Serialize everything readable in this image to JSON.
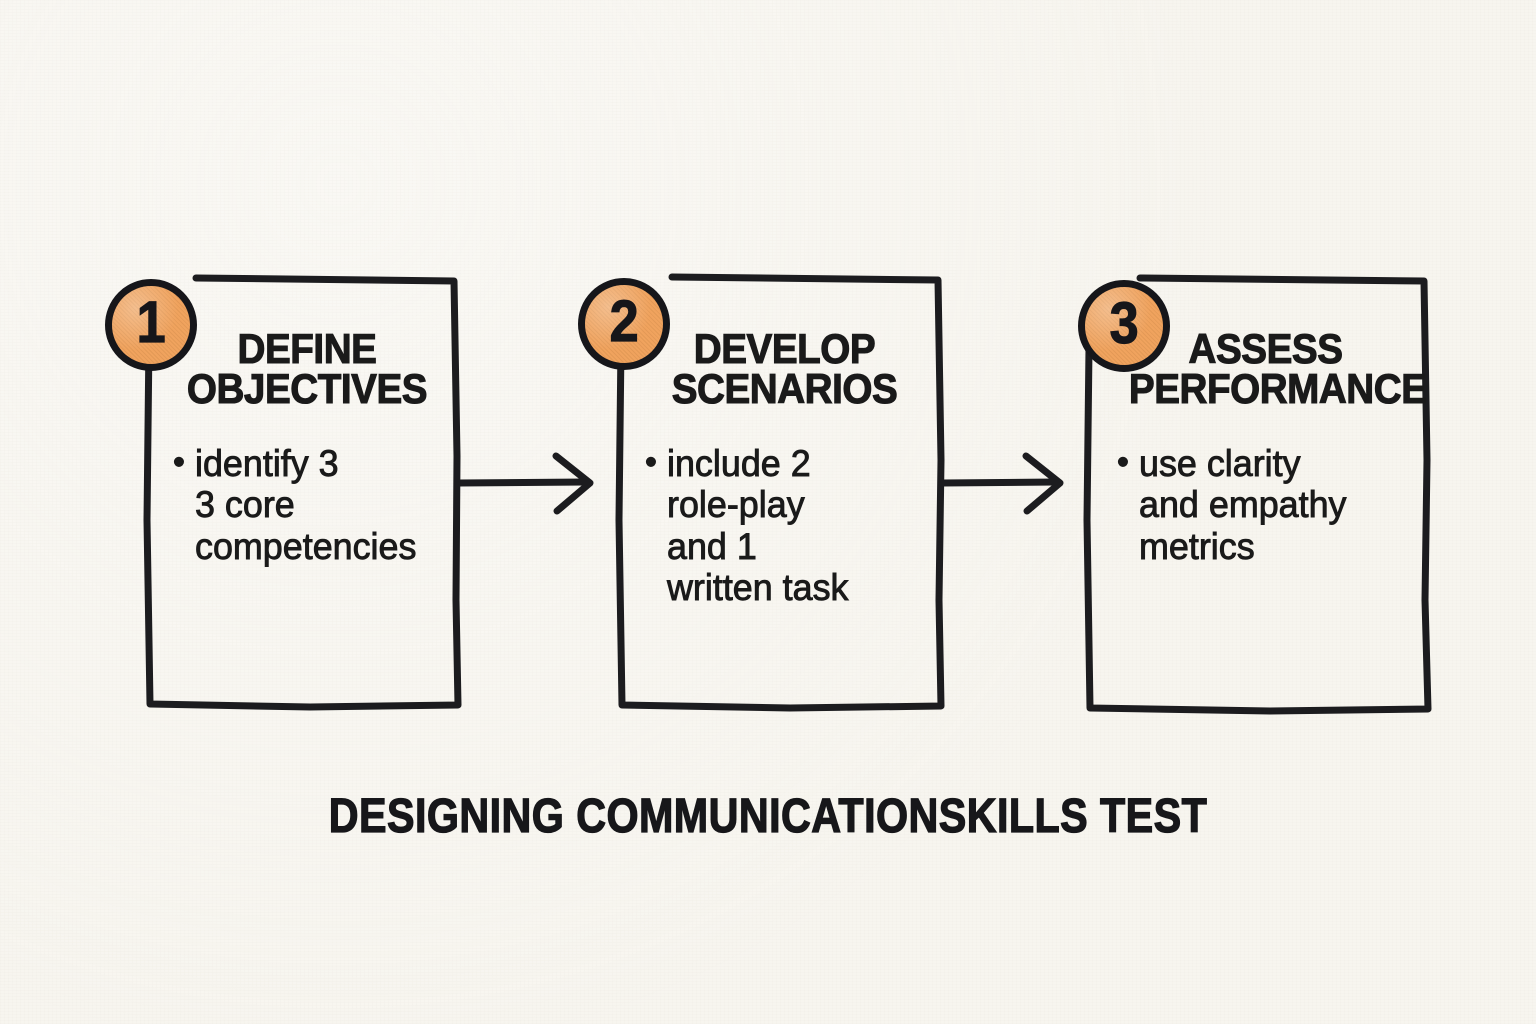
{
  "diagram": {
    "caption": "DESIGNING  COMMUNICATIONSKILLS TEST",
    "style": "hand-drawn sketch flowchart",
    "background_color": "#f7f5ef",
    "ink_color": "#1a1a1a",
    "accent_color": "#f0a35e"
  },
  "steps": [
    {
      "number": "1",
      "title": "DEFINE\nOBJECTIVES",
      "bullet_marker": "•",
      "bullet": "identify 3\n3 core\ncompetencies"
    },
    {
      "number": "2",
      "title": "DEVELOP\nSCENARIOS",
      "bullet_marker": "•",
      "bullet": "include 2\nrole-play\nand 1\nwritten task"
    },
    {
      "number": "3",
      "title": "ASSESS\nPERFORMANCE",
      "bullet_marker": "•",
      "bullet": "use clarity\nand empathy\nmetrics"
    }
  ],
  "connectors": [
    {
      "from": "1",
      "to": "2",
      "kind": "arrow-right"
    },
    {
      "from": "2",
      "to": "3",
      "kind": "arrow-right"
    }
  ]
}
